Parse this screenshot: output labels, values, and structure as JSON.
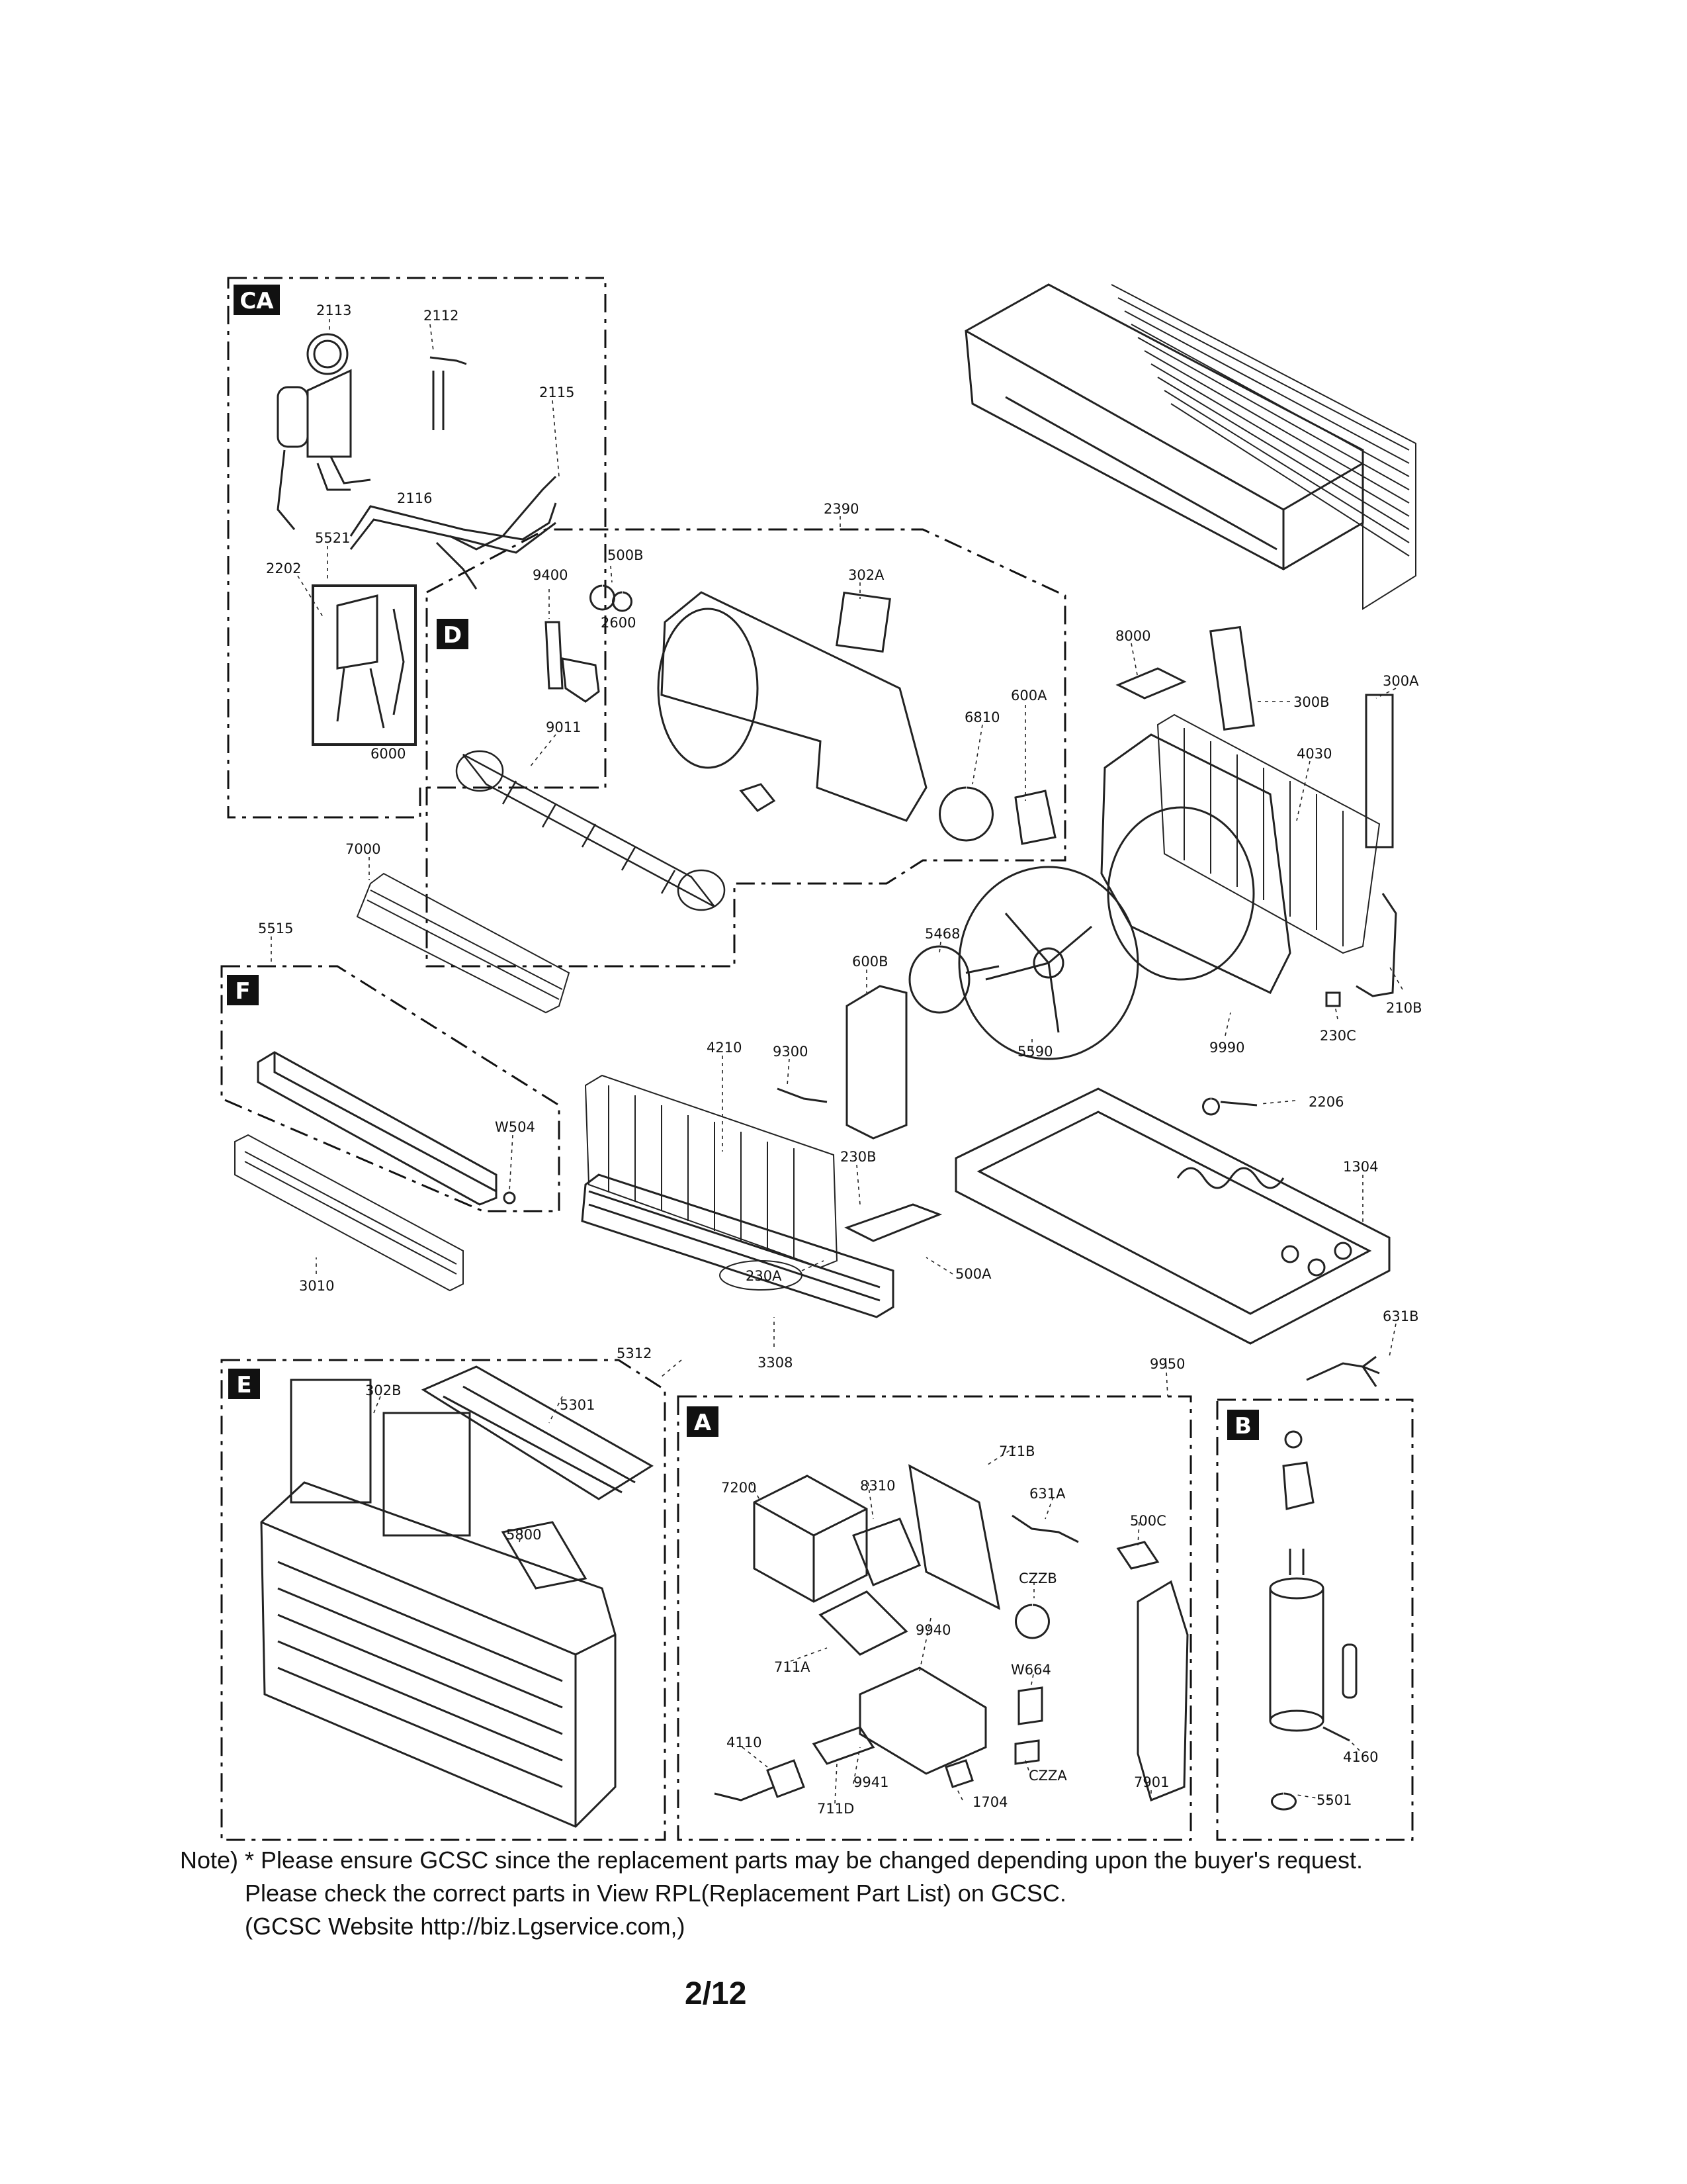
{
  "sections": [
    {
      "id": "CA",
      "letter": "CA"
    },
    {
      "id": "D",
      "letter": "D"
    },
    {
      "id": "F",
      "letter": "F"
    },
    {
      "id": "E",
      "letter": "E"
    },
    {
      "id": "A",
      "letter": "A"
    },
    {
      "id": "B",
      "letter": "B"
    }
  ],
  "part_labels": {
    "p2113": "2113",
    "p2112": "2112",
    "p2115": "2115",
    "p2116": "2116",
    "p5521": "5521",
    "p2202": "2202",
    "p6000": "6000",
    "p2390": "2390",
    "p9400": "9400",
    "p500B": "500B",
    "p2600": "2600",
    "p302A": "302A",
    "p9011": "9011",
    "p6810": "6810",
    "p600A": "600A",
    "p8000": "8000",
    "p300A": "300A",
    "p300B": "300B",
    "p4030": "4030",
    "p7000": "7000",
    "p5515": "5515",
    "p5468": "5468",
    "p600B": "600B",
    "p9300": "9300",
    "p5590": "5590",
    "p4210": "4210",
    "p9990": "9990",
    "p230C": "230C",
    "p210B": "210B",
    "p2206": "2206",
    "pW504": "W504",
    "p230B": "230B",
    "p1304": "1304",
    "p3010": "3010",
    "p230A": "230A",
    "p500A": "500A",
    "p3308": "3308",
    "p631B": "631B",
    "p5312": "5312",
    "p9950": "9950",
    "p302B": "302B",
    "p5301": "5301",
    "p5800": "5800",
    "p711B": "711B",
    "p7200": "7200",
    "p8310": "8310",
    "p631A": "631A",
    "p500C": "500C",
    "pCZZB": "CZZB",
    "p9940": "9940",
    "p711A": "711A",
    "pW664": "W664",
    "p4110": "4110",
    "p9941": "9941",
    "pCZZA": "CZZA",
    "p711D": "711D",
    "p1704": "1704",
    "p7901": "7901",
    "p4160": "4160",
    "p5501": "5501"
  },
  "note": {
    "line1": "Note) * Please ensure GCSC since the replacement parts may be changed depending upon the buyer's request.",
    "line2": "Please check  the correct parts in View RPL(Replacement Part List) on GCSC.",
    "line3": "(GCSC Website  http://biz.Lgservice.com,)"
  },
  "page_number": "2/12"
}
